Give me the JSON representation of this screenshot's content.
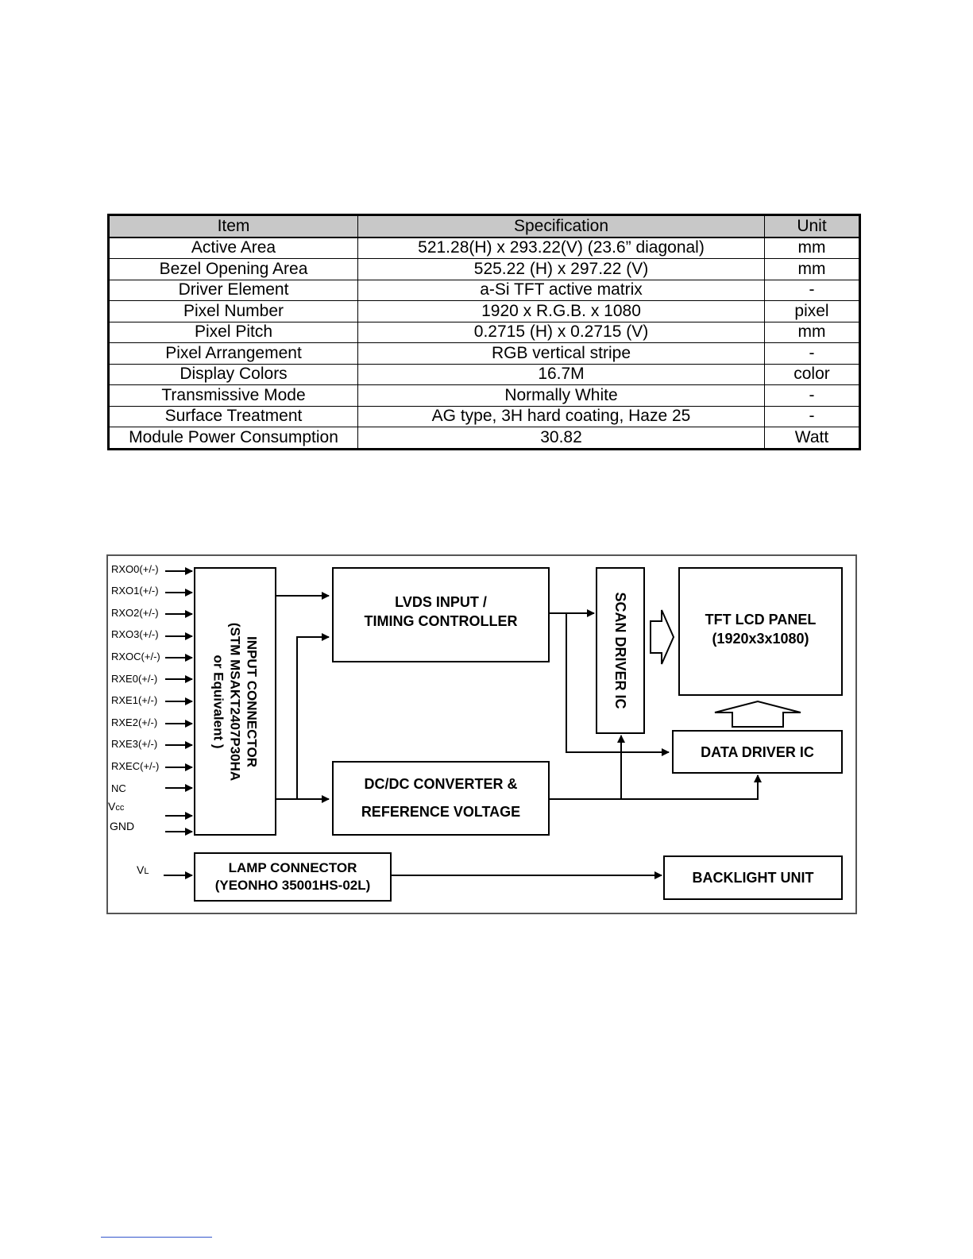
{
  "spec_table": {
    "headers": [
      "Item",
      "Specification",
      "Unit"
    ],
    "rows": [
      [
        "Active Area",
        "521.28(H) x 293.22(V) (23.6” diagonal)",
        "mm"
      ],
      [
        "Bezel Opening Area",
        "525.22 (H) x 297.22 (V)",
        "mm"
      ],
      [
        "Driver Element",
        "a-Si TFT active matrix",
        "-"
      ],
      [
        "Pixel Number",
        "1920 x R.G.B. x 1080",
        "pixel"
      ],
      [
        "Pixel Pitch",
        "0.2715 (H) x 0.2715 (V)",
        "mm"
      ],
      [
        "Pixel Arrangement",
        "RGB vertical stripe",
        "-"
      ],
      [
        "Display Colors",
        "16.7M",
        "color"
      ],
      [
        "Transmissive Mode",
        "Normally White",
        "-"
      ],
      [
        "Surface Treatment",
        "AG type, 3H hard coating, Haze 25",
        "-"
      ],
      [
        "Module Power Consumption",
        "30.82",
        "Watt"
      ]
    ]
  },
  "diagram": {
    "signals": [
      "RXO0(+/-)",
      "RXO1(+/-)",
      "RXO2(+/-)",
      "RXO3(+/-)",
      "RXOC(+/-)",
      "RXE0(+/-)",
      "RXE1(+/-)",
      "RXE2(+/-)",
      "RXE3(+/-)",
      "RXEC(+/-)"
    ],
    "nc": "NC",
    "vcc_main": "V",
    "vcc_sub": "cc",
    "gnd": "GND",
    "vl_main": "V",
    "vl_sub": "L",
    "input_connector": {
      "line1": "INPUT CONNECTOR",
      "line2": "(STM MSAKT2407P30HA",
      "line3": "or Equivalent )"
    },
    "lvds": {
      "line1": "LVDS INPUT /",
      "line2": "TIMING CONTROLLER"
    },
    "dcdc": {
      "line1": "DC/DC CONVERTER &",
      "line2": "REFERENCE VOLTAGE"
    },
    "scan_driver": "SCAN DRIVER IC",
    "tft_panel": {
      "line1": "TFT LCD PANEL",
      "line2": "(1920x3x1080)"
    },
    "data_driver": "DATA DRIVER IC",
    "lamp_connector": {
      "line1": "LAMP CONNECTOR",
      "line2": "(YEONHO 35001HS-02L)"
    },
    "backlight": "BACKLIGHT UNIT"
  }
}
